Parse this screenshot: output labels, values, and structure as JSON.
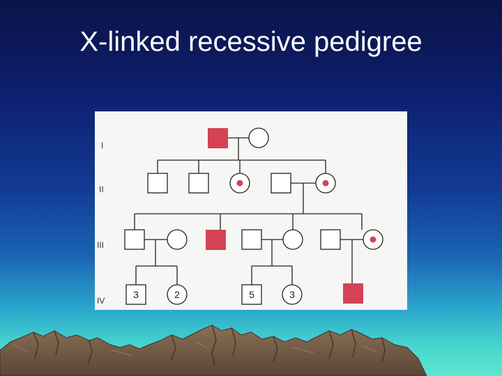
{
  "slide": {
    "title": "X-linked recessive pedigree"
  },
  "pedigree": {
    "generations": [
      "I",
      "II",
      "III",
      "IV"
    ],
    "colors": {
      "affected": "#d54256",
      "carrier_dot": "#d54256",
      "unaffected_fill": "#ffffff",
      "line": "#222222",
      "panel": "#f6f6f4"
    },
    "legend_meaning": {
      "filled_square": "affected male",
      "dotted_circle": "carrier female"
    },
    "individuals": {
      "I_1": {
        "sex": "male",
        "status": "affected"
      },
      "I_2": {
        "sex": "female",
        "status": "unaffected"
      },
      "II_1": {
        "sex": "male",
        "status": "unaffected"
      },
      "II_2": {
        "sex": "male",
        "status": "unaffected"
      },
      "II_3": {
        "sex": "female",
        "status": "carrier"
      },
      "II_4": {
        "sex": "male",
        "status": "unaffected"
      },
      "II_5": {
        "sex": "female",
        "status": "carrier"
      },
      "III_1": {
        "sex": "male",
        "status": "unaffected"
      },
      "III_2": {
        "sex": "female",
        "status": "unaffected"
      },
      "III_3": {
        "sex": "male",
        "status": "affected"
      },
      "III_4": {
        "sex": "male",
        "status": "unaffected"
      },
      "III_5": {
        "sex": "female",
        "status": "unaffected"
      },
      "III_6": {
        "sex": "male",
        "status": "unaffected"
      },
      "III_7": {
        "sex": "female",
        "status": "carrier"
      },
      "IV_1": {
        "sex": "male",
        "status": "unaffected",
        "count": "3"
      },
      "IV_2": {
        "sex": "female",
        "status": "unaffected",
        "count": "2"
      },
      "IV_3": {
        "sex": "male",
        "status": "unaffected",
        "count": "5"
      },
      "IV_4": {
        "sex": "female",
        "status": "unaffected",
        "count": "3"
      },
      "IV_5": {
        "sex": "male",
        "status": "affected"
      }
    }
  }
}
